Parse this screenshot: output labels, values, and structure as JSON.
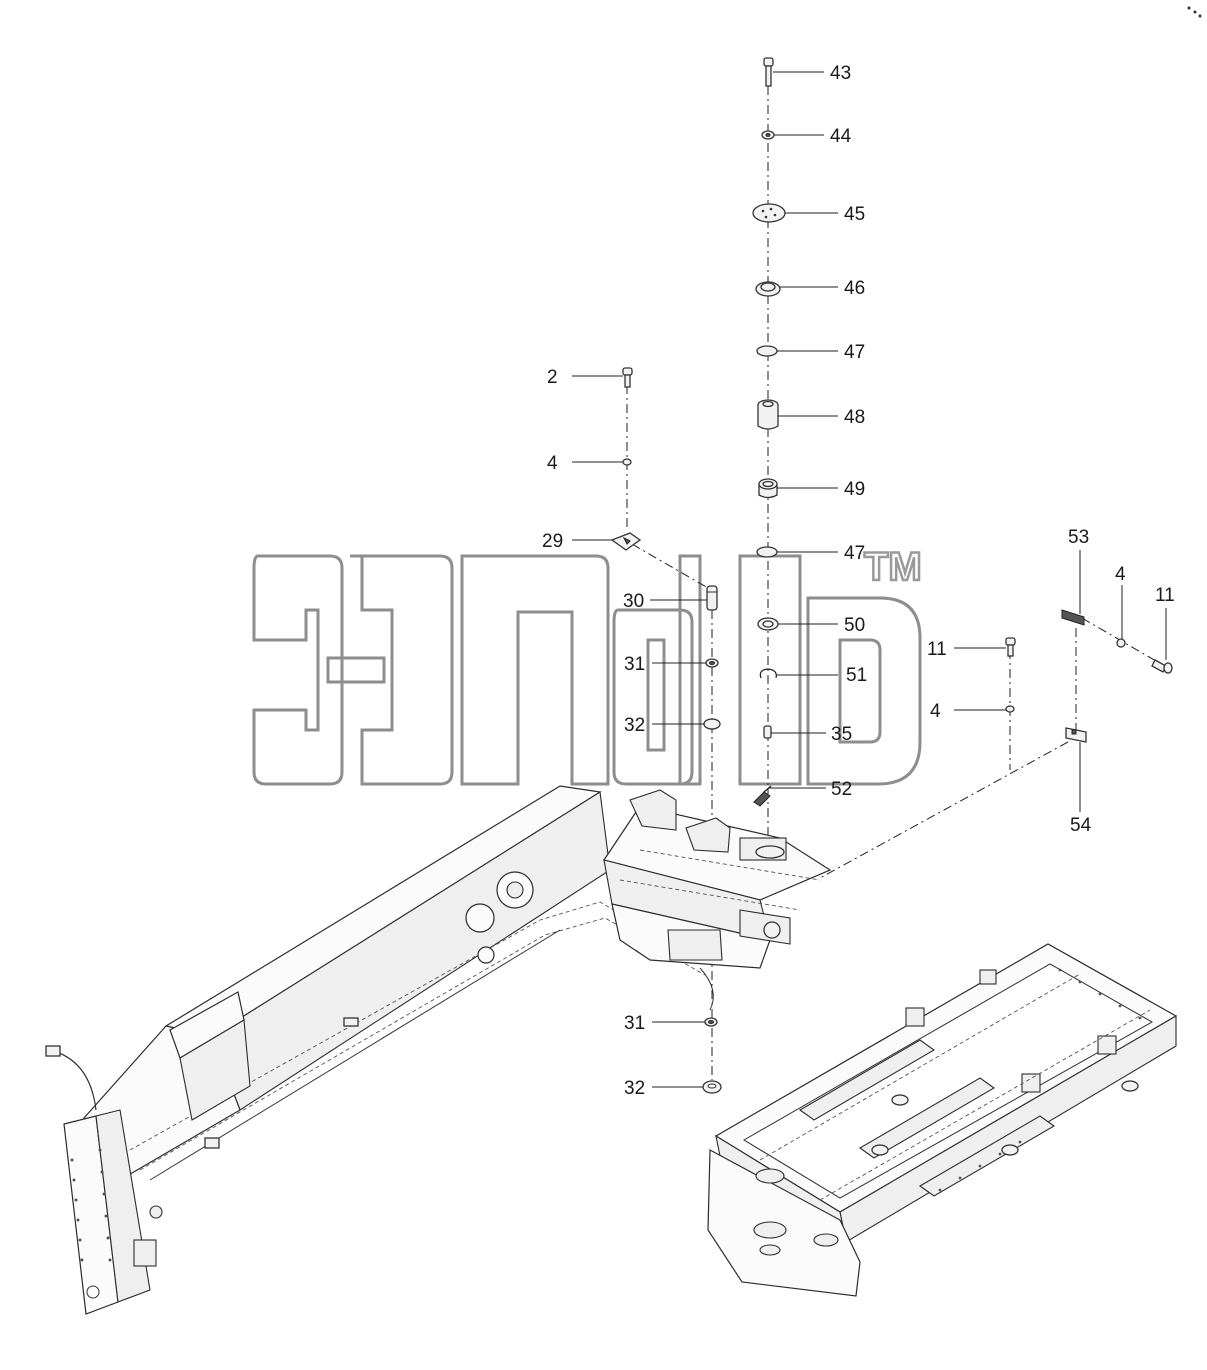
{
  "callouts": {
    "c43": "43",
    "c44": "44",
    "c45": "45",
    "c46": "46",
    "c47a": "47",
    "c48": "48",
    "c49": "49",
    "c47b": "47",
    "c50": "50",
    "c51": "51",
    "c35": "35",
    "c52": "52",
    "c2": "2",
    "c4a": "4",
    "c29": "29",
    "c30": "30",
    "c31a": "31",
    "c32a": "32",
    "c31b": "31",
    "c32b": "32",
    "c53": "53",
    "c4b": "4",
    "c11a": "11",
    "c11b": "11",
    "c4c": "4",
    "c54": "54"
  },
  "watermark": {
    "trademark": "TM"
  },
  "colors": {
    "line": "#222222",
    "watermark": "#8e8e8e",
    "background": "#ffffff"
  }
}
